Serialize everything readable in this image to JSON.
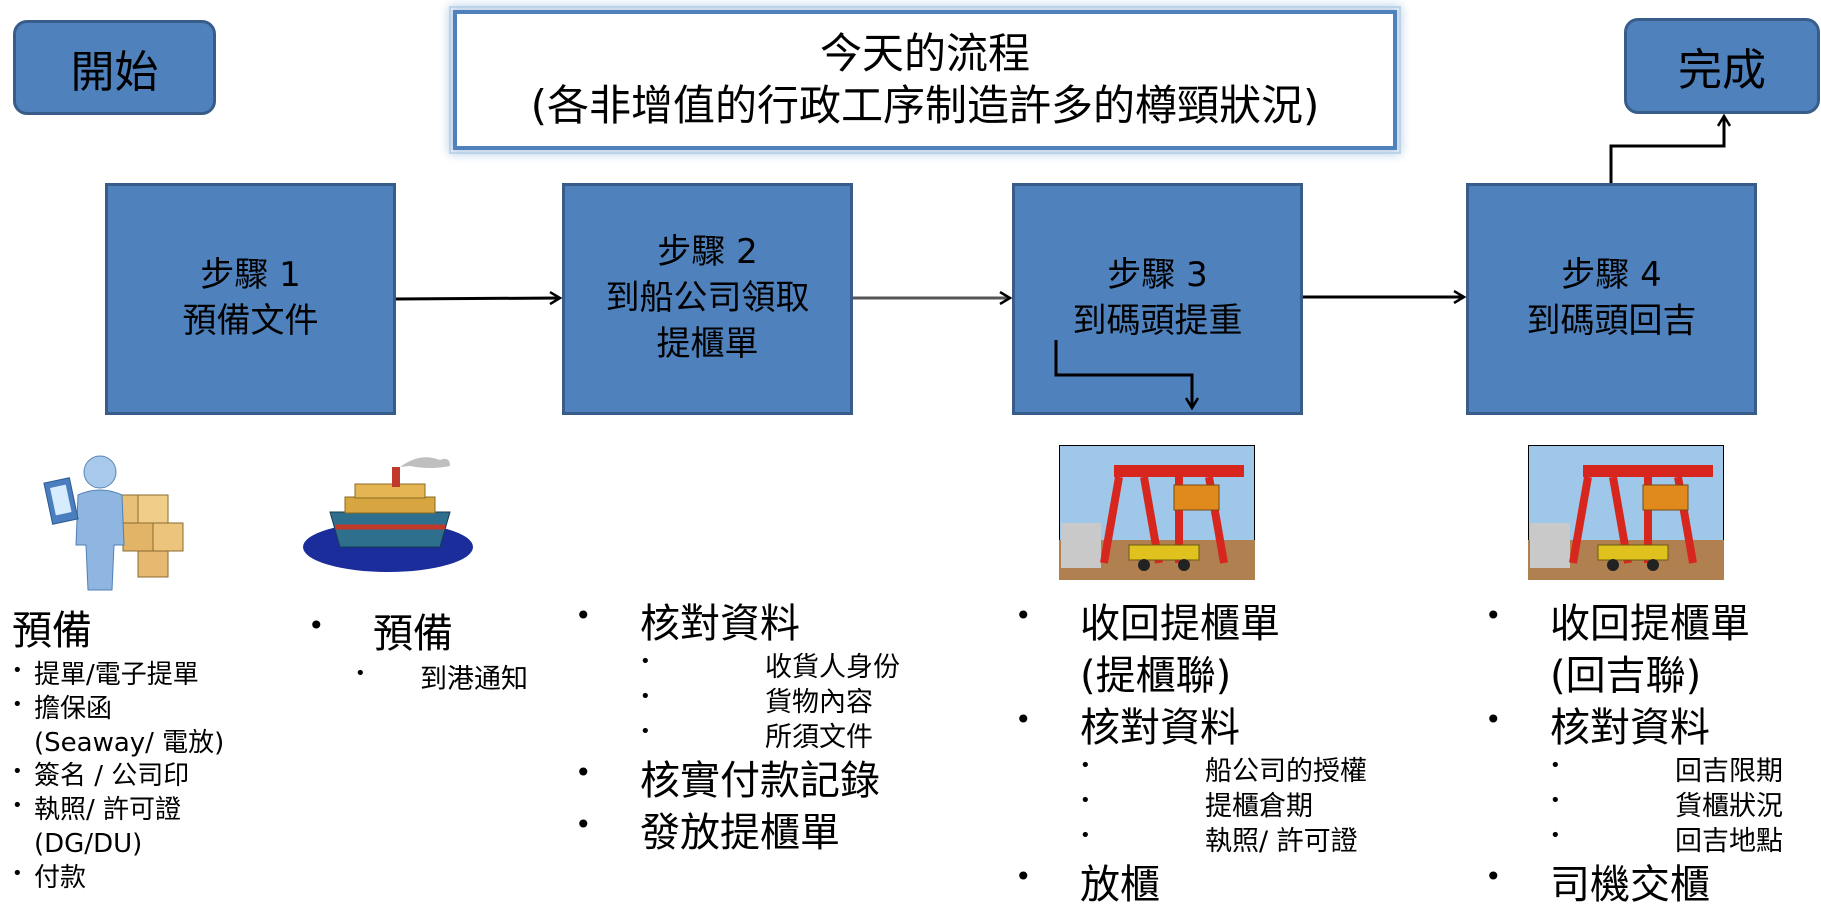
{
  "start_label": "開始",
  "finish_label": "完成",
  "title": {
    "line1": "今天的流程",
    "line2": "(各非增值的行政工序制造許多的樽頸狀況)"
  },
  "steps": [
    {
      "line1": "步驟 1",
      "line2": "預備文件",
      "line3": ""
    },
    {
      "line1": "步驟 2",
      "line2": "到船公司領取",
      "line3": "提櫃單"
    },
    {
      "line1": "步驟 3",
      "line2": "到碼頭提重",
      "line3": ""
    },
    {
      "line1": "步驟 4",
      "line2": "到碼頭回吉",
      "line3": ""
    }
  ],
  "col1": {
    "heading": "預備",
    "items": [
      "提單/電子提單",
      "擔保函",
      "(Seaway/ 電放)",
      "簽名 / 公司印",
      "執照/ 許可證",
      "(DG/DU)",
      "付款"
    ]
  },
  "col2": {
    "heading": "預備",
    "sub": [
      "到港通知"
    ]
  },
  "col3": {
    "items": [
      {
        "text": "核對資料",
        "sub": [
          "收貨人身份",
          "貨物內容",
          "所須文件"
        ]
      },
      {
        "text": "核實付款記錄",
        "sub": []
      },
      {
        "text": "發放提櫃單",
        "sub": []
      }
    ]
  },
  "col4": {
    "items": [
      {
        "text": "收回提櫃單",
        "cont": "(提櫃聯)",
        "sub": []
      },
      {
        "text": "核對資料",
        "cont": "",
        "sub": [
          "船公司的授權",
          "提櫃倉期",
          "執照/ 許可證"
        ]
      },
      {
        "text": "放櫃",
        "cont": "",
        "sub": []
      }
    ]
  },
  "col5": {
    "items": [
      {
        "text": "收回提櫃單",
        "cont": "(回吉聯)",
        "sub": []
      },
      {
        "text": "核對資料",
        "cont": "",
        "sub": [
          "回吉限期",
          "貨櫃狀況",
          "回吉地點"
        ]
      },
      {
        "text": "司機交櫃",
        "cont": "",
        "sub": []
      }
    ]
  },
  "bullet": "•",
  "icons": [
    "person-with-boxes-icon",
    "cargo-ship-icon",
    "port-crane-icon",
    "port-crane-icon"
  ],
  "colors": {
    "box_fill": "#4f81bd",
    "box_border": "#385d8a",
    "title_border": "#4f81bd"
  }
}
